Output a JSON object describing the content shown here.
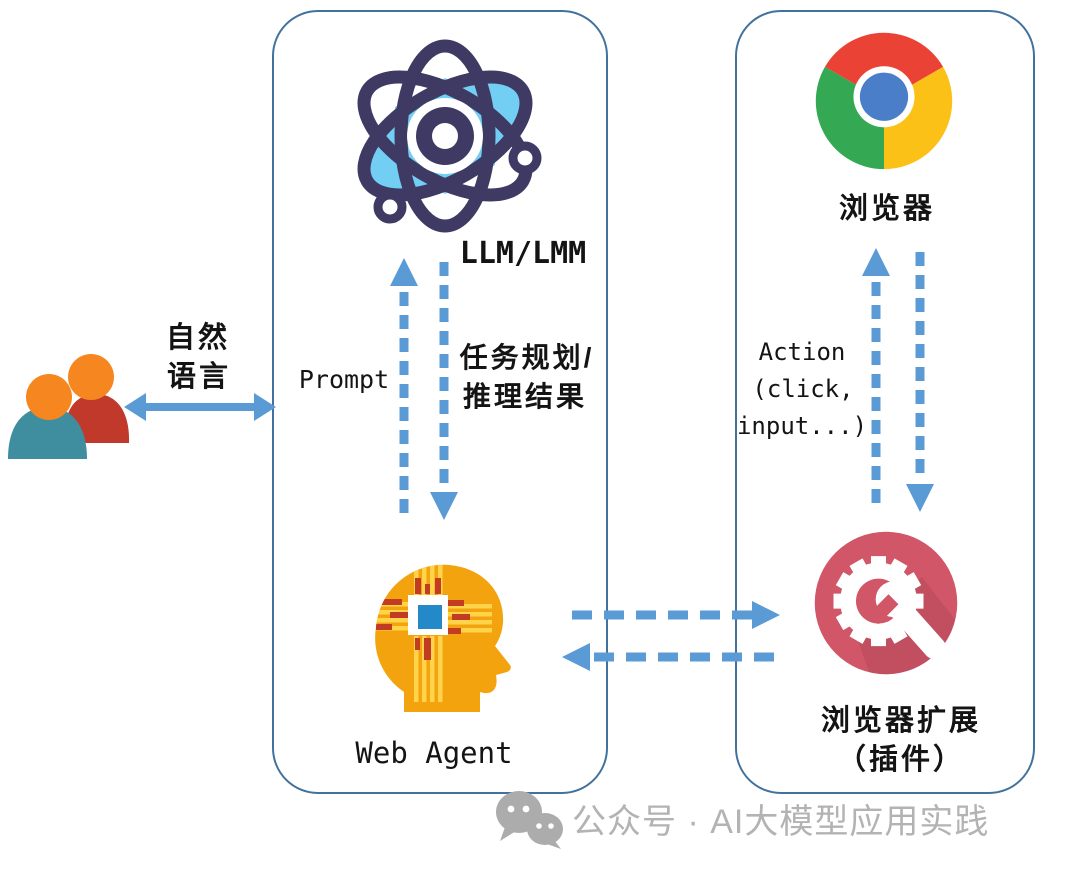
{
  "diagram": {
    "title": "Web Agent browser-extension architecture",
    "user": {
      "label_line1": "自然",
      "label_line2": "语言"
    },
    "left_box": {
      "llm_label": "LLM/LMM",
      "prompt_label": "Prompt",
      "task_line1": "任务规划/",
      "task_line2": "推理结果",
      "agent_label": "Web Agent"
    },
    "right_box": {
      "browser_label": "浏览器",
      "action_line1": "Action",
      "action_line2": "(click,",
      "action_line3": "input...)",
      "ext_line1": "浏览器扩展",
      "ext_line2": "（插件）"
    },
    "watermark": {
      "text": "公众号 · AI大模型应用实践"
    },
    "icons": {
      "users-icon": "two overlapping person silhouettes",
      "atom-icon": "atom with electron orbits (LLM/LMM)",
      "chrome-icon": "Chrome browser logo",
      "brain-chip-icon": "human head with circuit chip (Web Agent)",
      "gear-wrench-icon": "gear with wrench in red circle (extension/plugin)",
      "wechat-icon": "WeChat chat bubbles watermark"
    },
    "colors": {
      "arrow_blue": "#5B9BD5",
      "panel_border": "#41719C",
      "atom_navy": "#3E3A64",
      "atom_blue": "#73CEF4",
      "chrome_red": "#EA4335",
      "chrome_yellow": "#FBC116",
      "chrome_green": "#34A853",
      "chrome_blue": "#4B7EC8",
      "extension_pink": "#D05668",
      "head_orange": "#F2A30D",
      "stripe_yellow": "#FFD34A",
      "stripe_red": "#C23B23",
      "chip_blue": "#2389C9",
      "person_orange": "#F6861F",
      "person_teal": "#3F8EA0",
      "person_red": "#C0392B",
      "watermark_gray": "#B3B3B3",
      "text_black": "#141414"
    }
  }
}
